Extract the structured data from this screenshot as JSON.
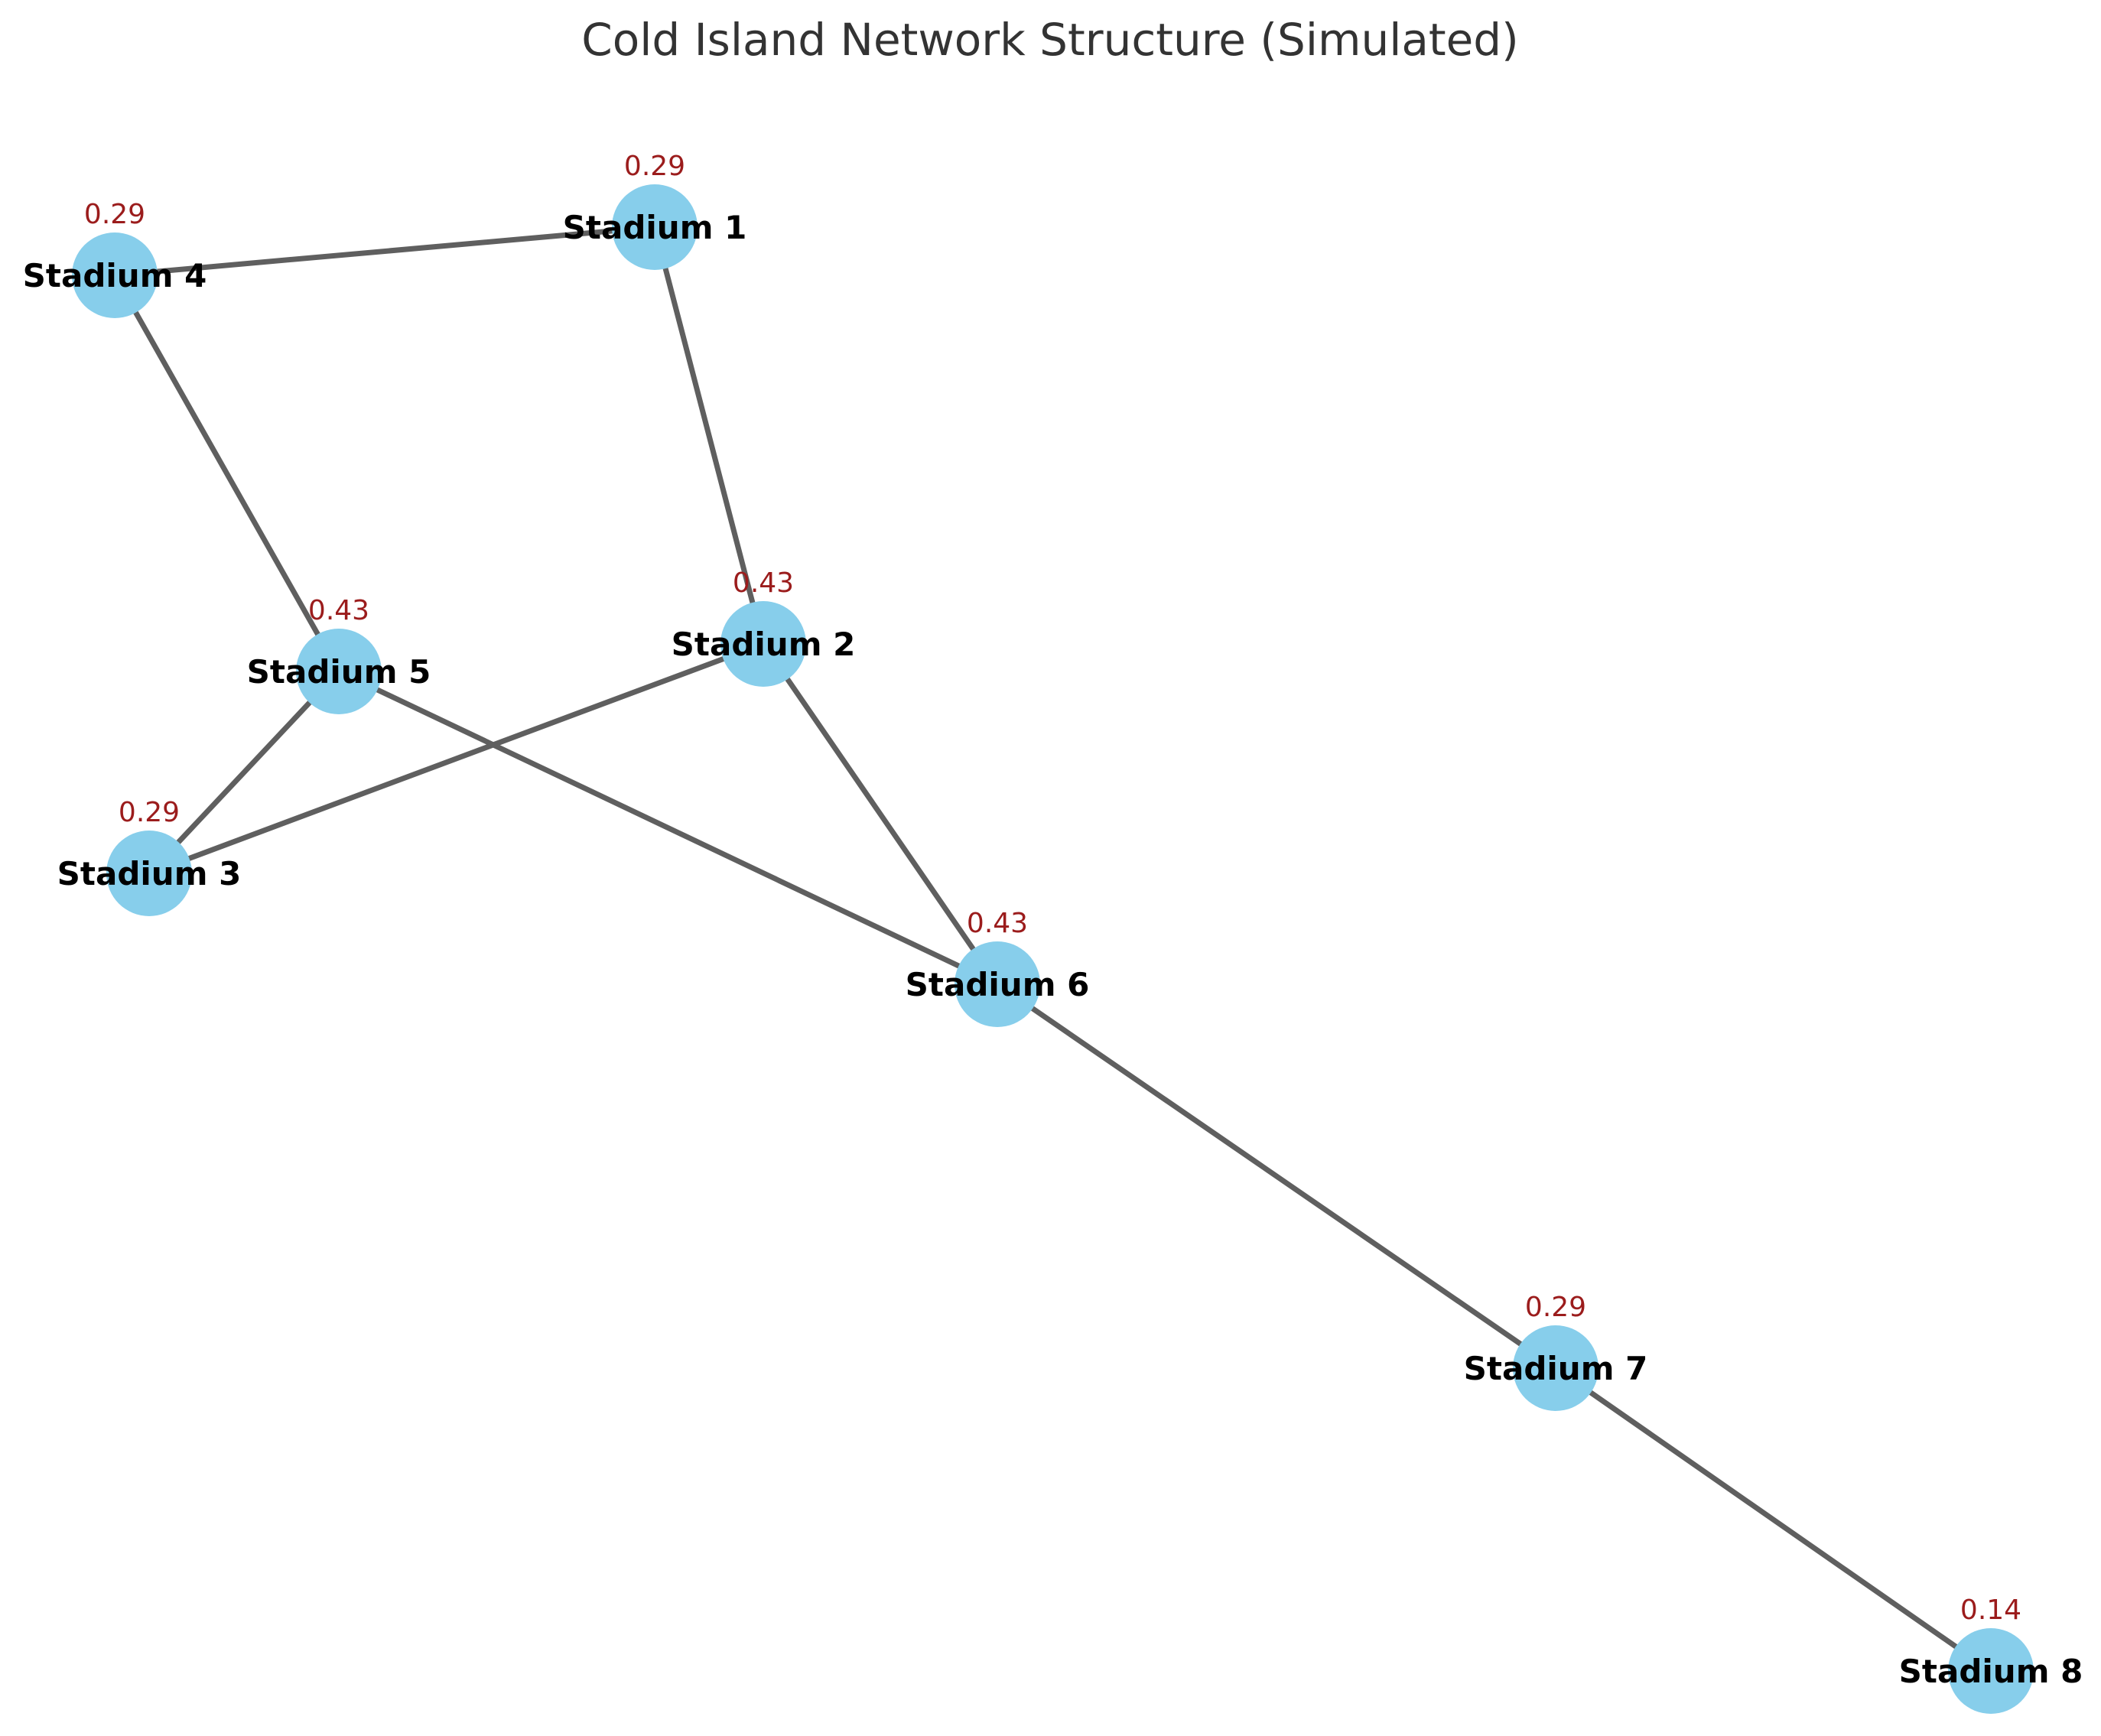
{
  "title": "Cold Island Network Structure (Simulated)",
  "colors": {
    "node": "#87CEEB",
    "edge": "#5f5f5f",
    "value_text": "#9b1c1c"
  },
  "nodes": [
    {
      "id": "s1",
      "label": "Stadium 1",
      "value": "0.29"
    },
    {
      "id": "s2",
      "label": "Stadium 2",
      "value": "0.43"
    },
    {
      "id": "s3",
      "label": "Stadium 3",
      "value": "0.29"
    },
    {
      "id": "s4",
      "label": "Stadium 4",
      "value": "0.29"
    },
    {
      "id": "s5",
      "label": "Stadium 5",
      "value": "0.43"
    },
    {
      "id": "s6",
      "label": "Stadium 6",
      "value": "0.43"
    },
    {
      "id": "s7",
      "label": "Stadium 7",
      "value": "0.29"
    },
    {
      "id": "s8",
      "label": "Stadium 8",
      "value": "0.14"
    }
  ],
  "edges": [
    [
      "s4",
      "s1"
    ],
    [
      "s1",
      "s2"
    ],
    [
      "s4",
      "s5"
    ],
    [
      "s5",
      "s3"
    ],
    [
      "s2",
      "s3"
    ],
    [
      "s5",
      "s6"
    ],
    [
      "s2",
      "s6"
    ],
    [
      "s6",
      "s7"
    ],
    [
      "s7",
      "s8"
    ]
  ]
}
